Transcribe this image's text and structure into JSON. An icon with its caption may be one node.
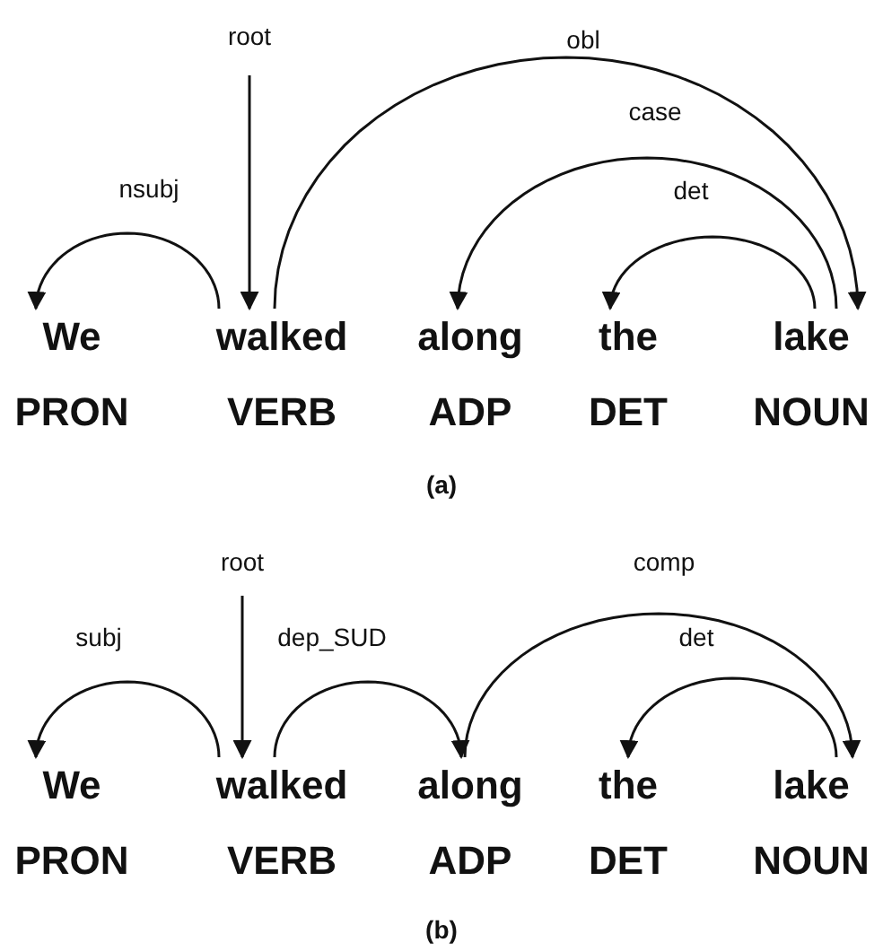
{
  "diagram": {
    "nodes": [
      {
        "text": [
          "We",
          "PRON"
        ]
      },
      {
        "text": [
          "walked",
          "VERB"
        ]
      },
      {
        "text": [
          "along",
          "ADP"
        ]
      },
      {
        "text": [
          "the",
          "DET"
        ]
      },
      {
        "text": [
          "lake",
          "NOUN"
        ]
      },
      {
        "text": [
          "We",
          "PRON"
        ]
      },
      {
        "text": [
          "walked",
          "VERB"
        ]
      },
      {
        "text": [
          "along",
          "ADP"
        ]
      },
      {
        "text": [
          "the",
          "DET"
        ]
      },
      {
        "text": [
          "lake",
          "NOUN"
        ]
      }
    ],
    "edges": [
      {
        "from": 1,
        "to": 0,
        "arrow": "to",
        "label": "nsubj"
      },
      {
        "from": null,
        "to": 1,
        "arrow": "to",
        "label": "root"
      },
      {
        "from": 1,
        "to": 4,
        "arrow": "to",
        "label": "obl"
      },
      {
        "from": 4,
        "to": 2,
        "arrow": "to",
        "label": "case"
      },
      {
        "from": 4,
        "to": 3,
        "arrow": "to",
        "label": "det"
      },
      {
        "from": 6,
        "to": 5,
        "arrow": "to",
        "label": "subj"
      },
      {
        "from": null,
        "to": 6,
        "arrow": "to",
        "label": "root"
      },
      {
        "from": 6,
        "to": 7,
        "arrow": "to",
        "label": "dep_SUD"
      },
      {
        "from": 7,
        "to": 9,
        "arrow": "to",
        "label": "comp"
      },
      {
        "from": 9,
        "to": 8,
        "arrow": "to",
        "label": "det"
      }
    ],
    "labels": [
      "(a)",
      "(b)"
    ]
  }
}
